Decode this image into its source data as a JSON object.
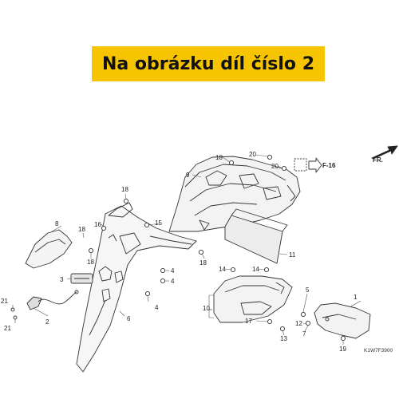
{
  "banner": {
    "text": "Na obrázku díl číslo 2",
    "background": "#f6c400"
  },
  "direction": {
    "label": "FR."
  },
  "reference": {
    "label": "F-16"
  },
  "catalog_code": "K1W7F3900",
  "callouts": {
    "c1": "1",
    "c2": "2",
    "c3": "3",
    "c4a": "4",
    "c4b": "4",
    "c4c": "4",
    "c5": "5",
    "c6": "6",
    "c7": "7",
    "c8": "8",
    "c9": "9",
    "c10": "10",
    "c11": "11",
    "c12": "12",
    "c13": "13",
    "c14a": "14",
    "c14b": "14",
    "c15": "15",
    "c16": "16",
    "c17": "17",
    "c18a": "18",
    "c18b": "18",
    "c18c": "18",
    "c18d": "18",
    "c18e": "18",
    "c19": "19",
    "c20a": "20",
    "c20b": "20",
    "c21a": "21",
    "c21b": "21"
  }
}
